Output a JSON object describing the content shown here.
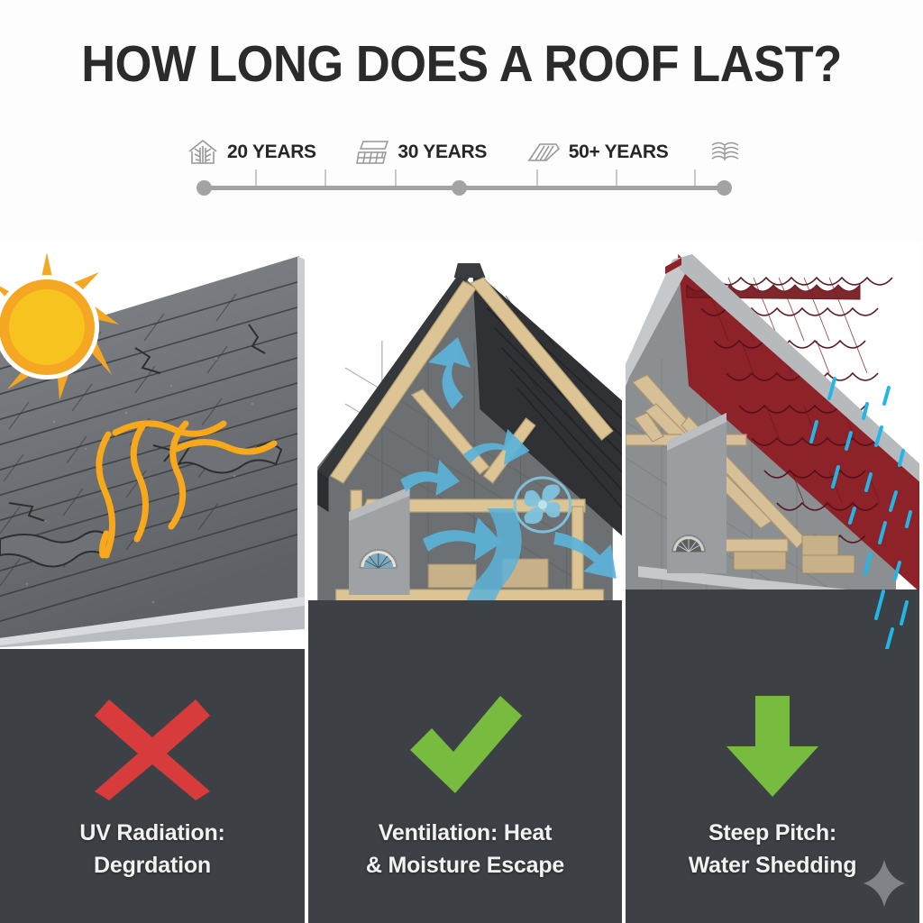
{
  "header": {
    "title": "HOW LONG DOES A ROOF LAST?"
  },
  "timeline": {
    "items": [
      {
        "icon": "house-shingle-icon",
        "label": "20 YEARS"
      },
      {
        "icon": "tile-grid-icon",
        "label": "30 YEARS"
      },
      {
        "icon": "metal-roof-icon",
        "label": "50+ YEARS"
      },
      {
        "icon": "slate-layers-icon",
        "label": ""
      }
    ],
    "bar_color": "#a3a3a3"
  },
  "panels": [
    {
      "id": "uv-radiation",
      "scene": "sun-over-cracked-shingle-roof",
      "verdict_icon": "red-x-icon",
      "verdict_color": "#d83b3b",
      "caption_line1": "UV Radiation:",
      "caption_line2": "Degrdation",
      "background": "#3d4145"
    },
    {
      "id": "ventilation",
      "scene": "attic-cutaway-with-airflow-arrows-and-fan",
      "verdict_icon": "green-check-icon",
      "verdict_color": "#77bc3f",
      "caption_line1": "Ventilation: Heat",
      "caption_line2": "& Moisture Escape",
      "background": "#3d4145"
    },
    {
      "id": "steep-pitch",
      "scene": "red-tile-steep-roof-with-rain",
      "verdict_icon": "green-down-arrow-icon",
      "verdict_color": "#77bc3f",
      "caption_line1": "Steep Pitch:",
      "caption_line2": "Water Shedding",
      "background": "#3d4145"
    }
  ],
  "colors": {
    "sun_outer": "#f5a623",
    "sun_inner": "#f7c41f",
    "uv_ray": "#f7a81b",
    "airflow": "#5bb3d9",
    "rain": "#22b6e6",
    "tile_red": "#8e2229",
    "wood": "#ddc495",
    "shingle_gray": "#6a6d70",
    "panel_bg": "#3d4145"
  },
  "watermark": {
    "icon": "sparkle-icon"
  }
}
